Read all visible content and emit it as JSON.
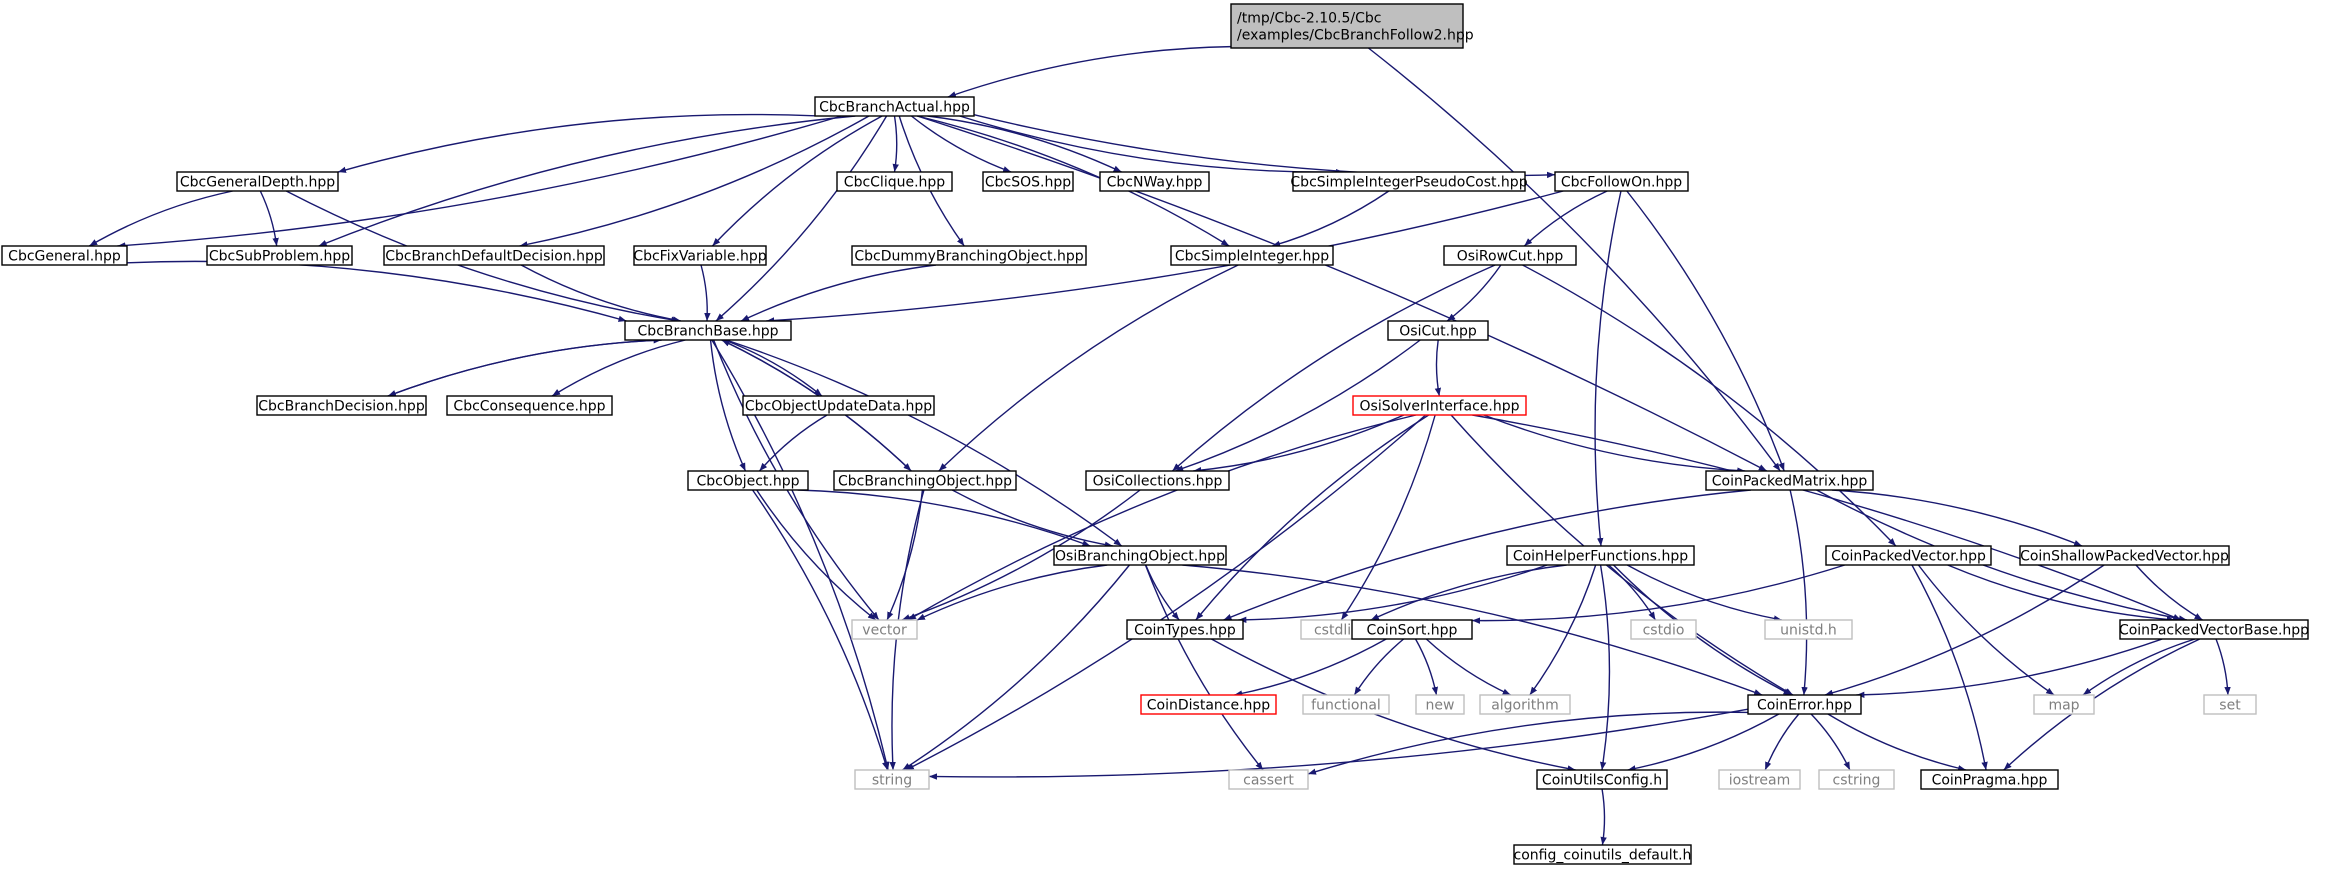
{
  "colors": {
    "edge": "#191970",
    "node_border": "#000000",
    "root_fill": "#bfbfbf",
    "missing_border": "#ff0000",
    "external_border": "#bfbfbf",
    "external_text": "#7f7f7f",
    "text": "#000000"
  },
  "nodes": [
    {
      "id": "root",
      "label": "/tmp/Cbc-2.10.5/Cbc\n/examples/CbcBranchFollow2.hpp",
      "kind": "root"
    },
    {
      "id": "CbcBranchActual",
      "label": "CbcBranchActual.hpp",
      "kind": "normal"
    },
    {
      "id": "CbcGeneralDepth",
      "label": "CbcGeneralDepth.hpp",
      "kind": "normal"
    },
    {
      "id": "CbcClique",
      "label": "CbcClique.hpp",
      "kind": "normal"
    },
    {
      "id": "CbcSOS",
      "label": "CbcSOS.hpp",
      "kind": "normal"
    },
    {
      "id": "CbcNWay",
      "label": "CbcNWay.hpp",
      "kind": "normal"
    },
    {
      "id": "CbcSimpleIntegerPseudoCost",
      "label": "CbcSimpleIntegerPseudoCost.hpp",
      "kind": "normal"
    },
    {
      "id": "CbcFollowOn",
      "label": "CbcFollowOn.hpp",
      "kind": "normal"
    },
    {
      "id": "CbcGeneral",
      "label": "CbcGeneral.hpp",
      "kind": "normal"
    },
    {
      "id": "CbcSubProblem",
      "label": "CbcSubProblem.hpp",
      "kind": "normal"
    },
    {
      "id": "CbcBranchDefaultDecision",
      "label": "CbcBranchDefaultDecision.hpp",
      "kind": "normal"
    },
    {
      "id": "CbcFixVariable",
      "label": "CbcFixVariable.hpp",
      "kind": "normal"
    },
    {
      "id": "CbcDummyBranchingObject",
      "label": "CbcDummyBranchingObject.hpp",
      "kind": "normal"
    },
    {
      "id": "CbcSimpleInteger",
      "label": "CbcSimpleInteger.hpp",
      "kind": "normal"
    },
    {
      "id": "OsiRowCut",
      "label": "OsiRowCut.hpp",
      "kind": "normal"
    },
    {
      "id": "CbcBranchBase",
      "label": "CbcBranchBase.hpp",
      "kind": "normal"
    },
    {
      "id": "OsiCut",
      "label": "OsiCut.hpp",
      "kind": "normal"
    },
    {
      "id": "CbcBranchDecision",
      "label": "CbcBranchDecision.hpp",
      "kind": "normal"
    },
    {
      "id": "CbcConsequence",
      "label": "CbcConsequence.hpp",
      "kind": "normal"
    },
    {
      "id": "CbcObjectUpdateData",
      "label": "CbcObjectUpdateData.hpp",
      "kind": "normal"
    },
    {
      "id": "OsiSolverInterface",
      "label": "OsiSolverInterface.hpp",
      "kind": "missing"
    },
    {
      "id": "CbcObject",
      "label": "CbcObject.hpp",
      "kind": "normal"
    },
    {
      "id": "CbcBranchingObject",
      "label": "CbcBranchingObject.hpp",
      "kind": "normal"
    },
    {
      "id": "OsiCollections",
      "label": "OsiCollections.hpp",
      "kind": "normal"
    },
    {
      "id": "CoinPackedMatrix",
      "label": "CoinPackedMatrix.hpp",
      "kind": "normal"
    },
    {
      "id": "OsiBranchingObject",
      "label": "OsiBranchingObject.hpp",
      "kind": "normal"
    },
    {
      "id": "CoinHelperFunctions",
      "label": "CoinHelperFunctions.hpp",
      "kind": "normal"
    },
    {
      "id": "CoinPackedVector",
      "label": "CoinPackedVector.hpp",
      "kind": "normal"
    },
    {
      "id": "CoinShallowPackedVector",
      "label": "CoinShallowPackedVector.hpp",
      "kind": "normal"
    },
    {
      "id": "vector",
      "label": "vector",
      "kind": "external"
    },
    {
      "id": "CoinTypes",
      "label": "CoinTypes.hpp",
      "kind": "normal"
    },
    {
      "id": "cstdlib",
      "label": "cstdlib",
      "kind": "external"
    },
    {
      "id": "CoinSort",
      "label": "CoinSort.hpp",
      "kind": "normal"
    },
    {
      "id": "cstdio",
      "label": "cstdio",
      "kind": "external"
    },
    {
      "id": "unistd",
      "label": "unistd.h",
      "kind": "external"
    },
    {
      "id": "CoinPackedVectorBase",
      "label": "CoinPackedVectorBase.hpp",
      "kind": "normal"
    },
    {
      "id": "CoinDistance",
      "label": "CoinDistance.hpp",
      "kind": "missing"
    },
    {
      "id": "functional",
      "label": "functional",
      "kind": "external"
    },
    {
      "id": "new",
      "label": "new",
      "kind": "external"
    },
    {
      "id": "algorithm",
      "label": "algorithm",
      "kind": "external"
    },
    {
      "id": "CoinError",
      "label": "CoinError.hpp",
      "kind": "normal"
    },
    {
      "id": "map",
      "label": "map",
      "kind": "external"
    },
    {
      "id": "set",
      "label": "set",
      "kind": "external"
    },
    {
      "id": "string",
      "label": "string",
      "kind": "external"
    },
    {
      "id": "cassert",
      "label": "cassert",
      "kind": "external"
    },
    {
      "id": "CoinUtilsConfig",
      "label": "CoinUtilsConfig.h",
      "kind": "normal"
    },
    {
      "id": "iostream",
      "label": "iostream",
      "kind": "external"
    },
    {
      "id": "cstring",
      "label": "cstring",
      "kind": "external"
    },
    {
      "id": "CoinPragma",
      "label": "CoinPragma.hpp",
      "kind": "normal"
    },
    {
      "id": "config_coinutils_default",
      "label": "config_coinutils_default.h",
      "kind": "normal"
    }
  ],
  "edges": [
    [
      "root",
      "CbcBranchActual"
    ],
    [
      "root",
      "CoinPackedMatrix"
    ],
    [
      "CbcBranchActual",
      "CbcGeneralDepth"
    ],
    [
      "CbcBranchActual",
      "CbcGeneral"
    ],
    [
      "CbcBranchActual",
      "CbcSubProblem"
    ],
    [
      "CbcBranchActual",
      "CbcBranchDefaultDecision"
    ],
    [
      "CbcBranchActual",
      "CbcFixVariable"
    ],
    [
      "CbcBranchActual",
      "CbcBranchBase"
    ],
    [
      "CbcBranchActual",
      "CbcDummyBranchingObject"
    ],
    [
      "CbcBranchActual",
      "CbcClique"
    ],
    [
      "CbcBranchActual",
      "CbcSOS"
    ],
    [
      "CbcBranchActual",
      "CbcNWay"
    ],
    [
      "CbcBranchActual",
      "CbcSimpleIntegerPseudoCost"
    ],
    [
      "CbcBranchActual",
      "CbcSimpleInteger"
    ],
    [
      "CbcBranchActual",
      "CbcFollowOn"
    ],
    [
      "CbcBranchActual",
      "CoinPackedMatrix"
    ],
    [
      "CbcGeneralDepth",
      "CbcGeneral"
    ],
    [
      "CbcGeneralDepth",
      "CbcSubProblem"
    ],
    [
      "CbcGeneralDepth",
      "CbcBranchBase"
    ],
    [
      "CbcGeneral",
      "CbcBranchBase"
    ],
    [
      "CbcBranchDefaultDecision",
      "CbcBranchBase"
    ],
    [
      "CbcFixVariable",
      "CbcBranchBase"
    ],
    [
      "CbcDummyBranchingObject",
      "CbcBranchBase"
    ],
    [
      "CbcSimpleIntegerPseudoCost",
      "CbcSimpleInteger"
    ],
    [
      "CbcSimpleInteger",
      "CbcBranchingObject"
    ],
    [
      "CbcFollowOn",
      "CbcBranchBase"
    ],
    [
      "CbcFollowOn",
      "OsiRowCut"
    ],
    [
      "CbcFollowOn",
      "CoinPackedMatrix"
    ],
    [
      "CbcFollowOn",
      "CoinHelperFunctions"
    ],
    [
      "OsiRowCut",
      "OsiCut"
    ],
    [
      "OsiRowCut",
      "OsiCollections"
    ],
    [
      "OsiRowCut",
      "CoinPackedVector"
    ],
    [
      "OsiCut",
      "OsiSolverInterface"
    ],
    [
      "OsiCut",
      "OsiCollections"
    ],
    [
      "CbcBranchBase",
      "CbcBranchDecision"
    ],
    [
      "CbcBranchDecision",
      "CbcBranchBase"
    ],
    [
      "CbcBranchBase",
      "CbcConsequence"
    ],
    [
      "CbcBranchBase",
      "CbcObjectUpdateData"
    ],
    [
      "CbcBranchBase",
      "CbcObject"
    ],
    [
      "CbcBranchBase",
      "CbcBranchingObject"
    ],
    [
      "CbcBranchingObject",
      "CbcBranchBase"
    ],
    [
      "CbcBranchBase",
      "OsiBranchingObject"
    ],
    [
      "CbcBranchBase",
      "vector"
    ],
    [
      "CbcBranchBase",
      "string"
    ],
    [
      "CbcObjectUpdateData",
      "CbcObject"
    ],
    [
      "CbcObject",
      "OsiBranchingObject"
    ],
    [
      "CbcObject",
      "vector"
    ],
    [
      "CbcObject",
      "string"
    ],
    [
      "CbcBranchingObject",
      "OsiBranchingObject"
    ],
    [
      "CbcBranchingObject",
      "vector"
    ],
    [
      "CbcBranchingObject",
      "string"
    ],
    [
      "OsiSolverInterface",
      "OsiCollections"
    ],
    [
      "OsiSolverInterface",
      "CoinPackedMatrix"
    ],
    [
      "OsiSolverInterface",
      "CoinPackedVectorBase"
    ],
    [
      "OsiSolverInterface",
      "CoinTypes"
    ],
    [
      "OsiSolverInterface",
      "cstdlib"
    ],
    [
      "OsiSolverInterface",
      "vector"
    ],
    [
      "OsiSolverInterface",
      "string"
    ],
    [
      "OsiSolverInterface",
      "CoinError"
    ],
    [
      "OsiCollections",
      "vector"
    ],
    [
      "OsiBranchingObject",
      "vector"
    ],
    [
      "OsiBranchingObject",
      "string"
    ],
    [
      "OsiBranchingObject",
      "CoinTypes"
    ],
    [
      "OsiBranchingObject",
      "CoinError"
    ],
    [
      "OsiBranchingObject",
      "cassert"
    ],
    [
      "CoinPackedMatrix",
      "CoinError"
    ],
    [
      "CoinPackedMatrix",
      "CoinTypes"
    ],
    [
      "CoinPackedMatrix",
      "CoinShallowPackedVector"
    ],
    [
      "CoinPackedMatrix",
      "CoinPackedVectorBase"
    ],
    [
      "CoinHelperFunctions",
      "CoinTypes"
    ],
    [
      "CoinHelperFunctions",
      "cstdlib"
    ],
    [
      "CoinHelperFunctions",
      "cstdio"
    ],
    [
      "CoinHelperFunctions",
      "unistd"
    ],
    [
      "CoinHelperFunctions",
      "algorithm"
    ],
    [
      "CoinHelperFunctions",
      "CoinError"
    ],
    [
      "CoinHelperFunctions",
      "CoinUtilsConfig"
    ],
    [
      "CoinPackedVector",
      "CoinPackedVectorBase"
    ],
    [
      "CoinPackedVector",
      "CoinSort"
    ],
    [
      "CoinPackedVector",
      "map"
    ],
    [
      "CoinPackedVector",
      "CoinPragma"
    ],
    [
      "CoinShallowPackedVector",
      "CoinPackedVectorBase"
    ],
    [
      "CoinShallowPackedVector",
      "CoinError"
    ],
    [
      "CoinTypes",
      "CoinUtilsConfig"
    ],
    [
      "CoinSort",
      "CoinDistance"
    ],
    [
      "CoinSort",
      "functional"
    ],
    [
      "CoinSort",
      "new"
    ],
    [
      "CoinSort",
      "algorithm"
    ],
    [
      "CoinPackedVectorBase",
      "CoinError"
    ],
    [
      "CoinPackedVectorBase",
      "map"
    ],
    [
      "CoinPackedVectorBase",
      "set"
    ],
    [
      "CoinPackedVectorBase",
      "CoinPragma"
    ],
    [
      "CoinError",
      "string"
    ],
    [
      "CoinError",
      "cassert"
    ],
    [
      "CoinError",
      "CoinUtilsConfig"
    ],
    [
      "CoinError",
      "iostream"
    ],
    [
      "CoinError",
      "cstring"
    ],
    [
      "CoinError",
      "CoinPragma"
    ],
    [
      "CoinUtilsConfig",
      "config_coinutils_default"
    ]
  ]
}
